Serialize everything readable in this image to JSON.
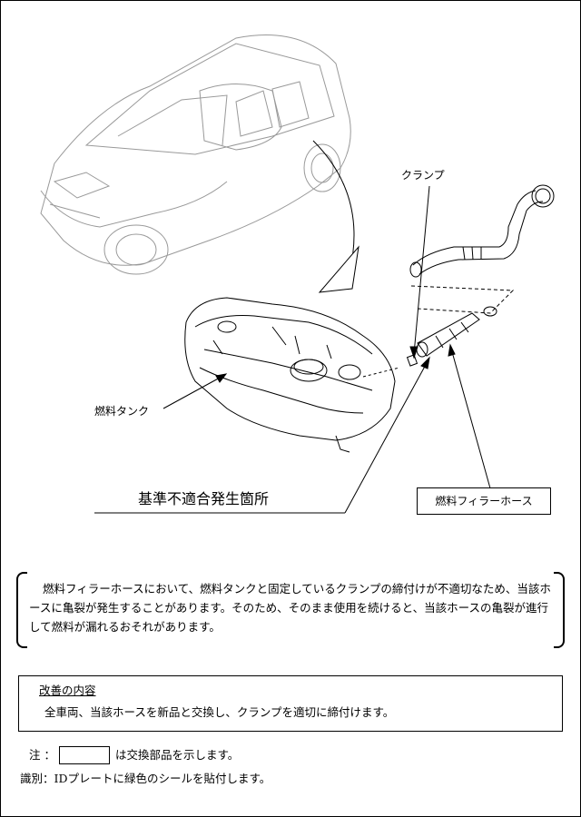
{
  "labels": {
    "clamp": "クランプ",
    "fuel_tank": "燃料タンク",
    "filler_hose": "燃料フィラーホース",
    "defect_location": "基準不適合発生箇所"
  },
  "description": "燃料フィラーホースにおいて、燃料タンクと固定しているクランプの締付けが不適切なため、当該ホースに亀裂が発生することがあります。そのため、そのまま使用を続けると、当該ホースの亀裂が進行して燃料が漏れるおそれがあります。",
  "remedy": {
    "title": "改善の内容",
    "body": "全車両、当該ホースを新品と交換し、クランプを適切に締付けます。"
  },
  "note": {
    "prefix": "注 ：",
    "suffix": "は交換部品を示します。"
  },
  "identification": "識別：IDプレートに緑色のシールを貼付します。"
}
